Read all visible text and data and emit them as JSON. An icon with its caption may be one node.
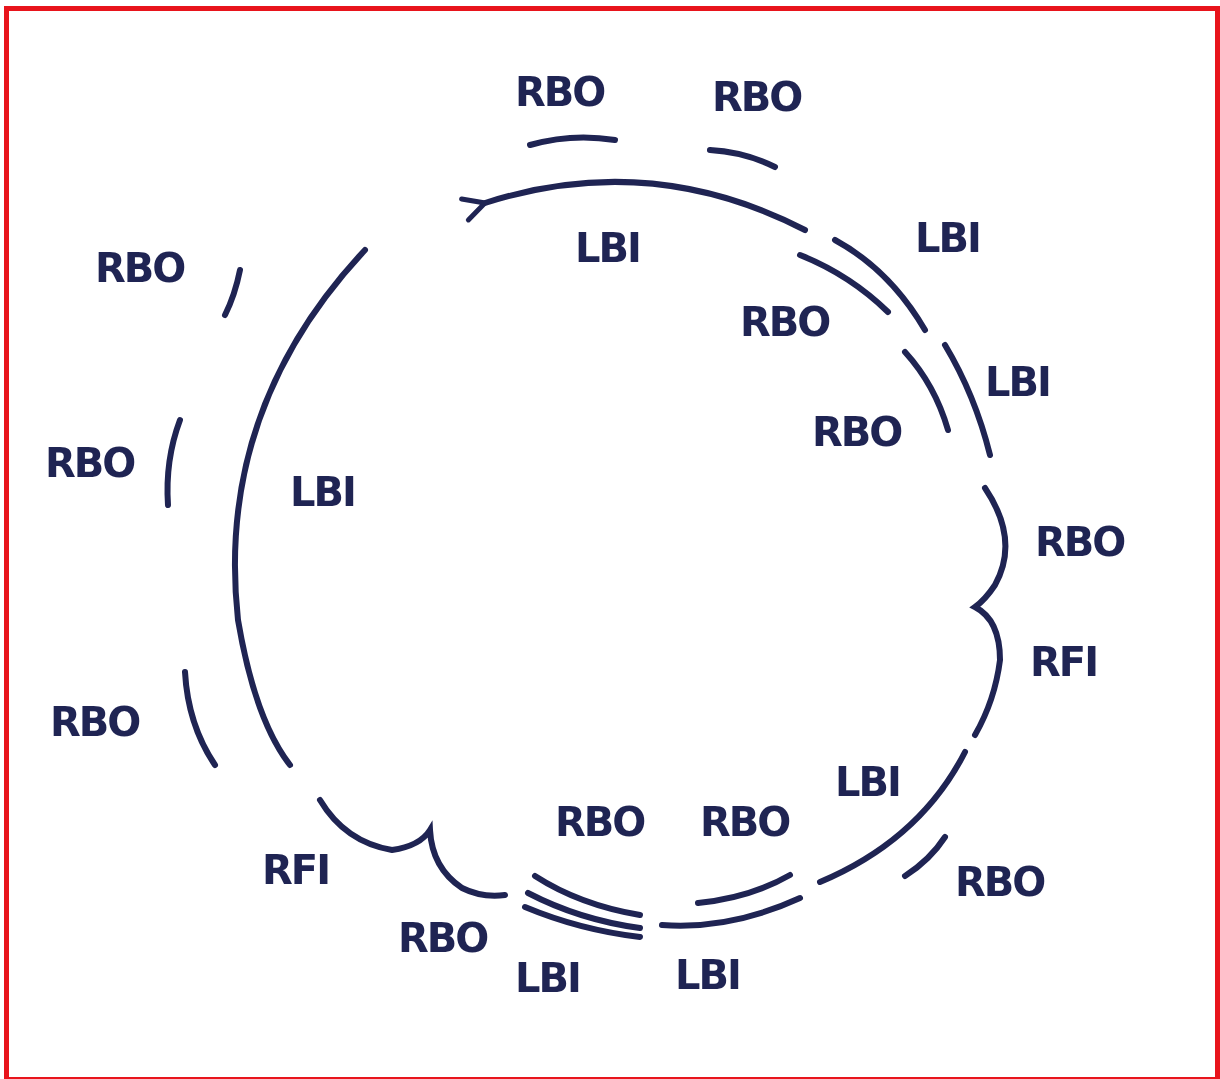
{
  "diagram": {
    "labels": [
      "RBO",
      "RBO",
      "LBI",
      "LBI",
      "RBO",
      "RBO",
      "LBI",
      "RBO",
      "RBO",
      "LBI",
      "RBO",
      "RFI",
      "RBO",
      "LBI",
      "RBO",
      "RBO",
      "RFI",
      "RBO",
      "RBO",
      "LBI",
      "LBI"
    ]
  }
}
